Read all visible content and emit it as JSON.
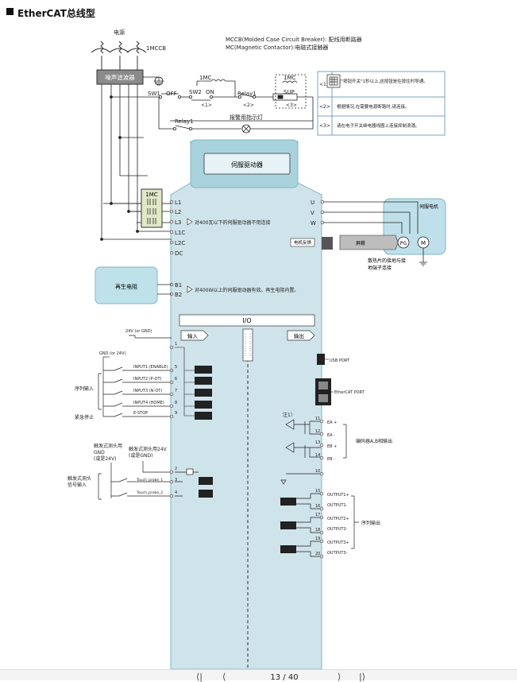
{
  "title": "EtherCAT总线型",
  "legend": {
    "mccb": "MCCB(Molded Case Circuit Breaker): 配线用断路器",
    "mc": "MC(Magnetic Contactor):电磁式接触器"
  },
  "labels": {
    "power": "电源",
    "mccb_tag": "1MCCB",
    "noise_filter": "噪声滤波器",
    "sw1": "SW1",
    "off": "OFF",
    "sw2": "SW2",
    "on": "ON",
    "mc_top": "1MC",
    "relay1_top": "Relay1",
    "mc_dashed": "1MC",
    "sup": "SUP",
    "n1": "<1>",
    "n2": "<2>",
    "n3": "<3>",
    "relay1_bottom": "Relay1",
    "alarm_lamp": "报警用指示灯",
    "servo_drive": "伺服驱动器",
    "mc_box": "1MC",
    "l1": "L1",
    "l2": "L2",
    "l3": "L3",
    "l1c": "L1C",
    "l2c": "L2C",
    "dc": "DC",
    "l3_note": "对400瓦以下的伺服驱动器不用连接",
    "u": "U",
    "v": "V",
    "w": "W",
    "servo_motor": "伺服电机",
    "encoder_feedback": "电机反馈",
    "shield": "屏蔽",
    "pg": "PG",
    "m": "M",
    "heatsink_note1": "散热片的接地与接",
    "heatsink_note2": "地端子连接",
    "regen_resistor": "再生电阻",
    "b1": "B1",
    "b2": "B2",
    "b_note": "对400W以上的伺服驱动器有效。再生电阻内置。",
    "io": "I/O",
    "input": "输入",
    "output": "输出",
    "v24": "24V (or GND)",
    "gnd_or_24v": "GND (or 24V)",
    "input1": "INPUT1 (ENABLE)",
    "input2": "INPUT2 (P-OT)",
    "input3": "INPUT3 (N-OT)",
    "input4": "INPUT4 (HOME)",
    "estop": "E-STOP",
    "seq_input": "序列输入",
    "emergency_stop": "紧急停止",
    "usb_port": "USB PORT",
    "ethercat_port": "EtherCAT PORT",
    "note1": "注1）",
    "ea_p": "EA +",
    "ea_n": "EA -",
    "eb_p": "EB +",
    "eb_n": "EB -",
    "encoder_ab": "编码器A,B相输出",
    "touch_gnd1": "触发式测头用",
    "touch_gnd2": "GND",
    "touch_gnd3": "(或是24V)",
    "touch_24v1": "触发式测头用24V",
    "touch_24v2": "(或是GND)",
    "touch_sig1": "触发式测头",
    "touch_sig2": "信号输入",
    "touch1": "Touch_probe_1",
    "touch2": "Touch_probe_2",
    "output1_p": "OUTPUT1+",
    "output1_n": "OUTPUT1-",
    "output2_p": "OUTPUT2+",
    "output2_n": "OUTPUT2-",
    "output3_p": "OUTPUT3+",
    "output3_n": "OUTPUT3-",
    "seq_output": "序列输出"
  },
  "pins": {
    "p1": "1",
    "p5": "5",
    "p6": "6",
    "p7": "7",
    "p8": "8",
    "p9": "9",
    "p2": "2",
    "p3": "3",
    "p4": "4",
    "p11": "11",
    "p12": "12",
    "p13": "13",
    "p14": "14",
    "p10": "10",
    "p15": "15",
    "p16": "16",
    "p17": "17",
    "p18": "18",
    "p19": "19",
    "p20": "20"
  },
  "notes": {
    "row1_num": "<1>",
    "row1_text": "按\"按钮开关\"1秒以上,这按钮是在按住时导通。",
    "row2_num": "<2>",
    "row2_text": "根据情况,在需要电源断路时,请连接。",
    "row3_num": "<3>",
    "row3_text": "请在电子开关继电器线圈上连接抑制浪涌。"
  },
  "pager": {
    "text": "13 / 40"
  }
}
